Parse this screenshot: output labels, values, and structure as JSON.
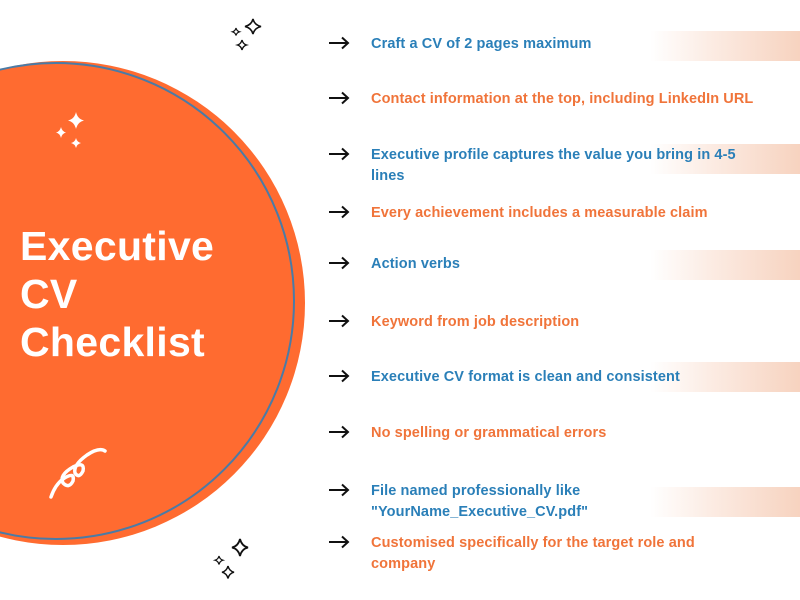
{
  "title": {
    "lines": [
      "Executive",
      "CV",
      "Checklist"
    ]
  },
  "colors": {
    "circle_fill": "#ff6b30",
    "circle_ring": "#4a7ba6",
    "item_blue": "#2a7fb8",
    "item_orange": "#f0743a",
    "band_peach": "#f4c4aa",
    "arrow": "#111111"
  },
  "icons": {
    "arrow": "right-arrow-icon",
    "sparkle_white": "sparkles-icon",
    "sparkle_outline": "sparkles-outline-icon",
    "squiggle": "curly-squiggle-icon"
  },
  "checklist": {
    "items": [
      {
        "text": "Craft a CV of 2 pages maximum",
        "color": "blue"
      },
      {
        "text": "Contact information at the top, including LinkedIn URL",
        "color": "orange"
      },
      {
        "text": "Executive profile captures the value you bring in 4-5 lines",
        "color": "blue"
      },
      {
        "text": "Every achievement includes a measurable claim",
        "color": "orange"
      },
      {
        "text": "Action verbs",
        "color": "blue"
      },
      {
        "text": "Keyword from job description",
        "color": "orange"
      },
      {
        "text": "Executive CV format is clean and consistent",
        "color": "blue"
      },
      {
        "text": "No spelling or grammatical errors",
        "color": "orange"
      },
      {
        "text": "File named professionally like \"YourName_Executive_CV.pdf\"",
        "color": "blue"
      },
      {
        "text": "Customised specifically for the target role and company",
        "color": "orange"
      }
    ]
  }
}
